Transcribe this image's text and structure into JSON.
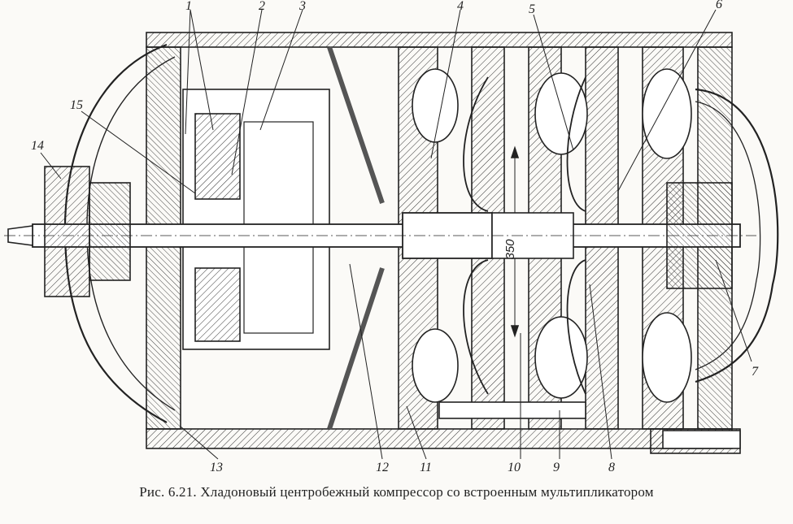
{
  "figure": {
    "caption": "Рис. 6.21. Хладоновый центробежный компрессор со встроенным мультипликатором",
    "dimension_label": "350",
    "callouts": [
      {
        "id": "1",
        "text": "1"
      },
      {
        "id": "2",
        "text": "2"
      },
      {
        "id": "3",
        "text": "3"
      },
      {
        "id": "4",
        "text": "4"
      },
      {
        "id": "5",
        "text": "5"
      },
      {
        "id": "6",
        "text": "6"
      },
      {
        "id": "7",
        "text": "7"
      },
      {
        "id": "8",
        "text": "8"
      },
      {
        "id": "9",
        "text": "9"
      },
      {
        "id": "10",
        "text": "10"
      },
      {
        "id": "11",
        "text": "11"
      },
      {
        "id": "12",
        "text": "12"
      },
      {
        "id": "13",
        "text": "13"
      },
      {
        "id": "14",
        "text": "14"
      },
      {
        "id": "15",
        "text": "15"
      }
    ]
  }
}
